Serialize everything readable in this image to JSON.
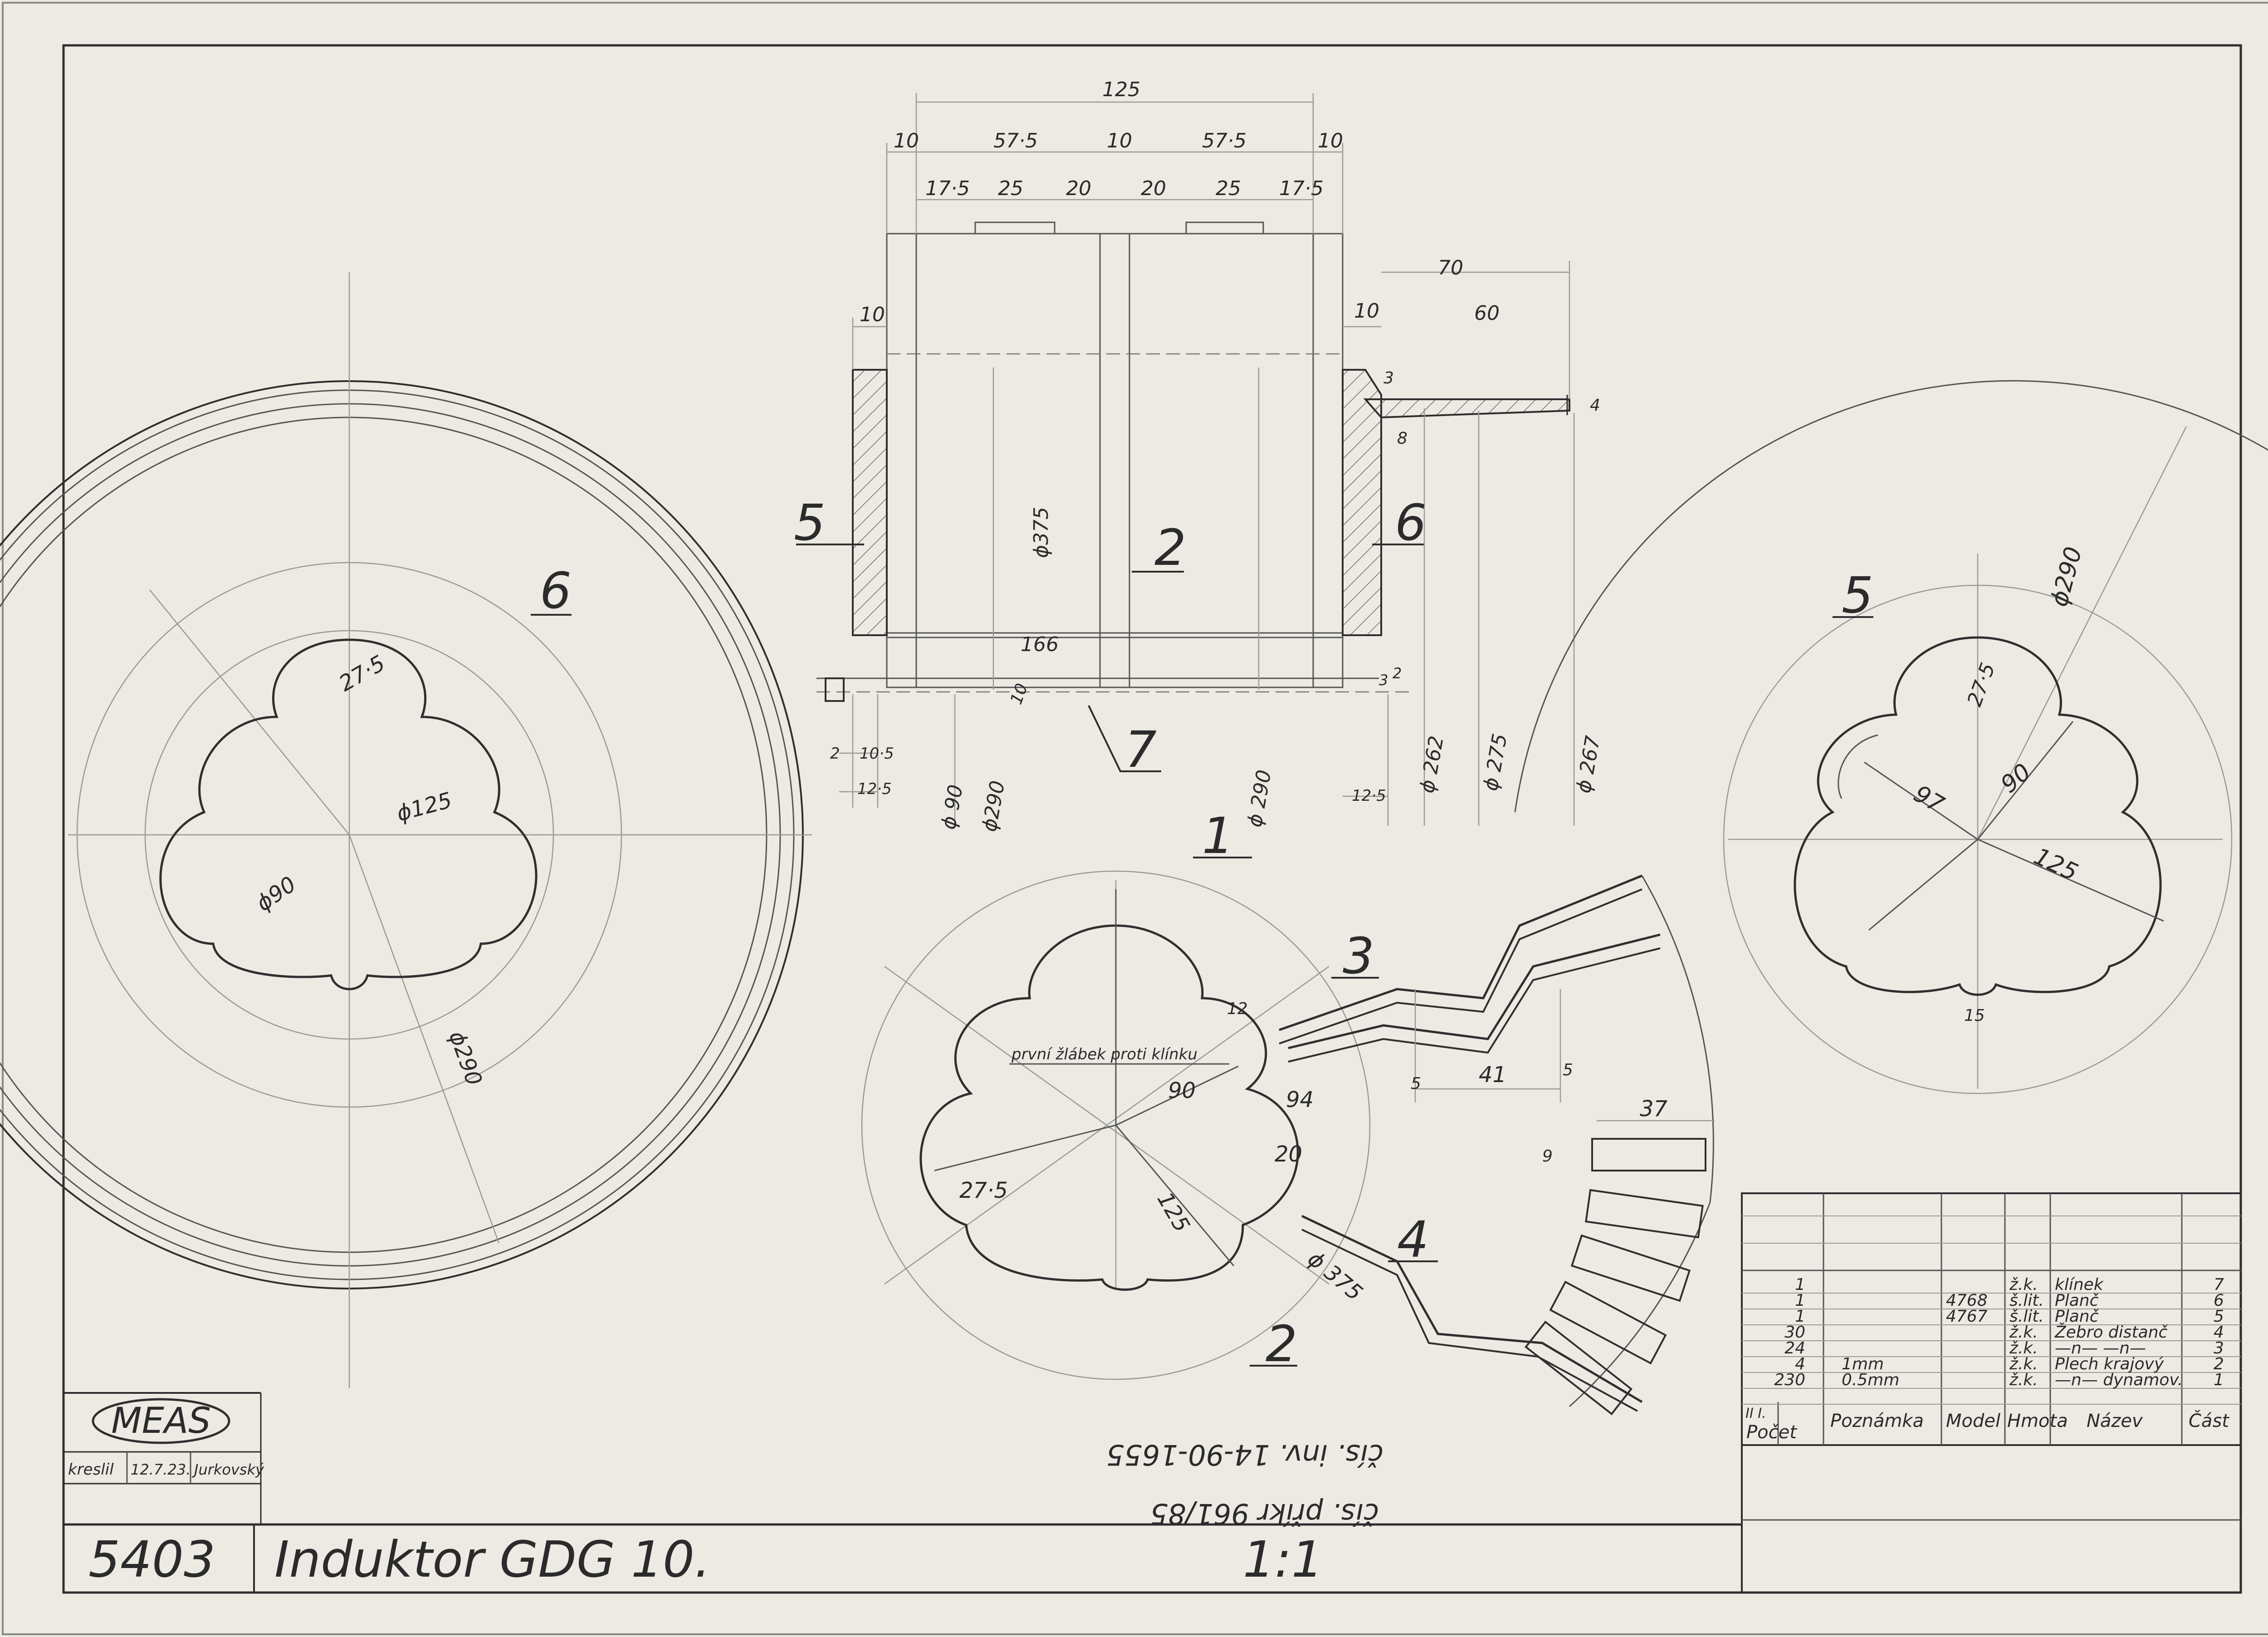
{
  "title_block": {
    "drawing_number": "5403",
    "title": "Induktor GDG 10.",
    "scale": "1:1",
    "logo": "MEAS",
    "drawn_label": "kreslil",
    "drawn_date": "12.7.23.",
    "drawn_name": "Jurkovský"
  },
  "notes": {
    "inv_number": "čís. inv. 14-90-1655",
    "order_number": "čís. příkr 961/85"
  },
  "bom": {
    "headers": {
      "count": "Počet",
      "count_sub": "II   I.",
      "note": "Poznámka",
      "model": "Model",
      "weight": "Hmota",
      "name": "Název",
      "part": "Část"
    },
    "rows": [
      {
        "count": "1",
        "note": "",
        "model": "",
        "material": "ž.k.",
        "name": "klínek",
        "part": "7"
      },
      {
        "count": "1",
        "note": "",
        "model": "4768",
        "material": "š.lit.",
        "name": "Planč",
        "part": "6"
      },
      {
        "count": "1",
        "note": "",
        "model": "4767",
        "material": "š.lit.",
        "name": "Planč",
        "part": "5"
      },
      {
        "count": "30",
        "note": "",
        "model": "",
        "material": "ž.k.",
        "name": "Žebro distanč",
        "part": "4"
      },
      {
        "count": "24",
        "note": "",
        "model": "",
        "material": "ž.k.",
        "name": "—n—  —n—",
        "part": "3"
      },
      {
        "count": "4",
        "note": "1mm",
        "model": "",
        "material": "ž.k.",
        "name": "Plech krajový",
        "part": "2"
      },
      {
        "count": "230",
        "note": "0.5mm",
        "model": "",
        "material": "ž.k.",
        "name": "—n— dynamov.",
        "part": "1"
      }
    ]
  },
  "part_labels": {
    "p1": "1",
    "p2": "2",
    "p3": "3",
    "p4": "4",
    "p5": "5",
    "p6": "6",
    "p7": "7"
  },
  "section_dims": {
    "d125": "125",
    "d10a": "10",
    "d575a": "57·5",
    "d10b": "10",
    "d575b": "57·5",
    "d10c": "10",
    "d175a": "17·5",
    "d25a": "25",
    "d20a": "20",
    "d20b": "20",
    "d25b": "25",
    "d175b": "17·5",
    "d70": "70",
    "d10left": "10",
    "d10right": "10",
    "d60": "60",
    "d4": "4",
    "d3": "3",
    "d8": "8",
    "d3b": "3",
    "d2r": "2",
    "d166": "166",
    "d10mid": "10",
    "phi375": "ϕ375",
    "d2": "2",
    "d105": "10·5",
    "d125small": "12·5",
    "phi90": "ϕ 90",
    "phi290a": "ϕ290",
    "phi290b": "ϕ 290",
    "d125r": "12·5",
    "phi262": "ϕ 262",
    "phi275": "ϕ 275",
    "phi267": "ϕ 267"
  },
  "left_view_dims": {
    "r275": "27·5",
    "phi125": "ϕ125",
    "phi90": "ϕ90",
    "phi290": "ϕ290"
  },
  "center_view_dims": {
    "note": "první žlábek proti klínku",
    "d12": "12",
    "d90": "90",
    "d94": "94",
    "d20": "20",
    "d275": "27·5",
    "d125": "125",
    "phi375": "ϕ 375"
  },
  "strip_dims": {
    "d5a": "5",
    "d41": "41",
    "d5b": "5",
    "d37": "37",
    "d9": "9"
  },
  "right_view_dims": {
    "phi290": "ϕ290",
    "r275": "27·5",
    "d97": "97",
    "d90": "90",
    "d125": "125",
    "d15": "15"
  }
}
